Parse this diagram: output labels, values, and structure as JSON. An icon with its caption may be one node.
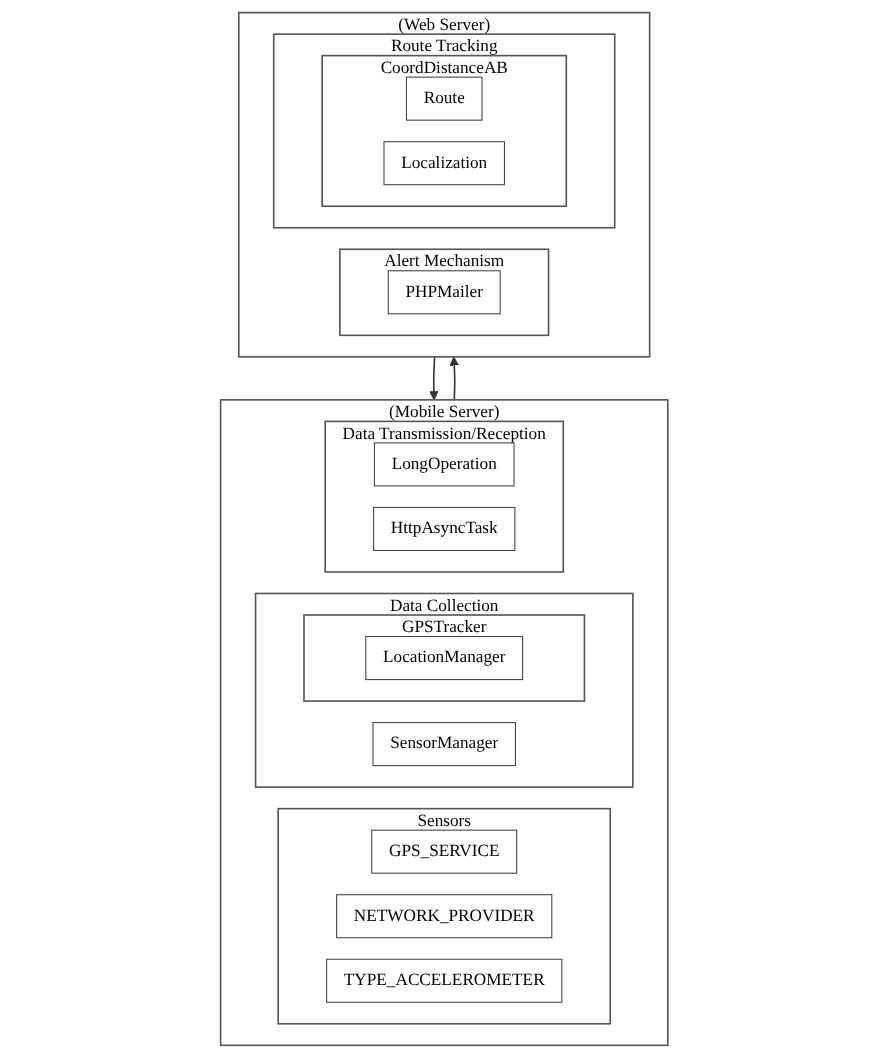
{
  "diagram": {
    "nodes": [
      {
        "text": [
          "(Web Server)"
        ]
      },
      {
        "text": [
          "Route Tracking"
        ],
        "in": 0
      },
      {
        "text": [
          "CoordDistanceAB"
        ],
        "in": 1
      },
      {
        "text": [
          "Route"
        ],
        "in": 2
      },
      {
        "text": [
          "Localization"
        ],
        "in": 2
      },
      {
        "text": [
          "Alert Mechanism"
        ],
        "in": 0
      },
      {
        "text": [
          "PHPMailer"
        ],
        "in": 5
      },
      {
        "text": [
          "(Mobile Server)"
        ]
      },
      {
        "text": [
          "Data Transmission/Reception"
        ],
        "in": 7
      },
      {
        "text": [
          "LongOperation"
        ],
        "in": 8
      },
      {
        "text": [
          "HttpAsyncTask"
        ],
        "in": 8
      },
      {
        "text": [
          "Data Collection"
        ],
        "in": 7
      },
      {
        "text": [
          "GPSTracker"
        ],
        "in": 11
      },
      {
        "text": [
          "LocationManager"
        ],
        "in": 12
      },
      {
        "text": [
          "SensorManager"
        ],
        "in": 11
      },
      {
        "text": [
          "Sensors"
        ],
        "in": 7
      },
      {
        "text": [
          "GPS_SERVICE"
        ],
        "in": 15
      },
      {
        "text": [
          "NETWORK_PROVIDER"
        ],
        "in": 15
      },
      {
        "text": [
          "TYPE_ACCELEROMETER"
        ],
        "in": 15
      }
    ],
    "edges": [
      {
        "from": 0,
        "to": 7,
        "arrow": "to"
      },
      {
        "from": 7,
        "to": 0,
        "arrow": "to"
      }
    ]
  }
}
